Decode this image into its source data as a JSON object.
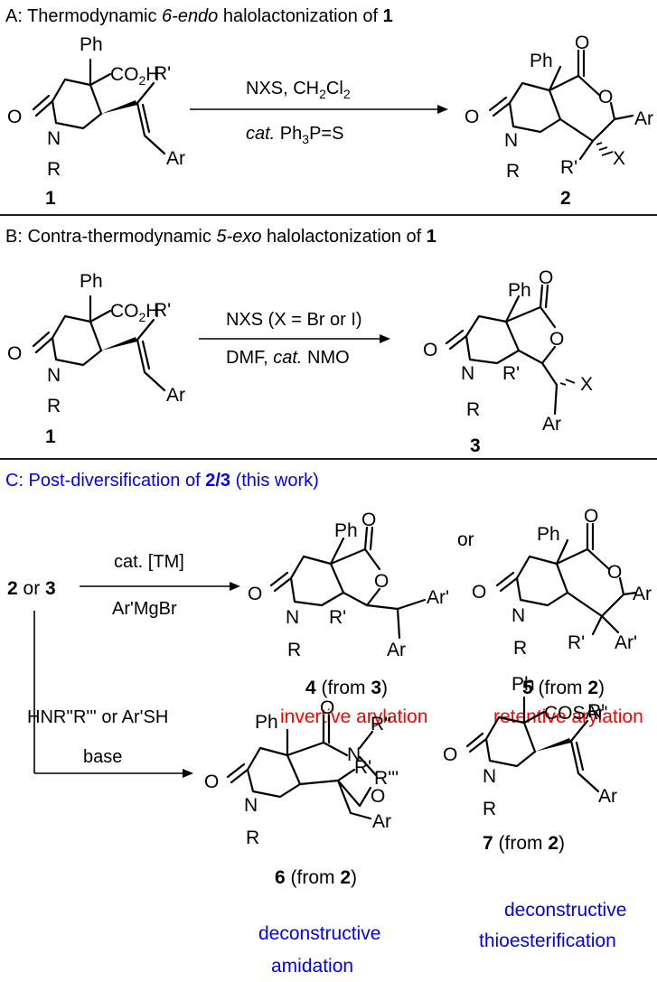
{
  "section_a": {
    "prefix": "A: Thermodynamic ",
    "italic": "6-endo",
    "middle": " halolactonization of ",
    "bold": "1"
  },
  "section_b": {
    "prefix": "B: Contra-thermodynamic ",
    "italic": "5-exo",
    "middle": " halolactonization of ",
    "bold": "1"
  },
  "section_c": {
    "prefix": "C: Post-diversification of ",
    "bold": "2/3",
    "suffix": " (this work)",
    "color": "#0000ff"
  },
  "atoms": {
    "ph": "Ph",
    "o": "O",
    "n": "N",
    "r": "R",
    "ar": "Ar",
    "x": "X",
    "r_prime": "R'",
    "ar_prime": "Ar'",
    "co2h": "CO",
    "co2h_2": "2",
    "co2h_h": "H",
    "cosar": "COSAr'",
    "r2": "R''",
    "r3": "R'''"
  },
  "reagents": {
    "a_top_1": "NXS, CH",
    "a_top_sub": "2",
    "a_top_2": "Cl",
    "a_top_sub2": "2",
    "a_bottom_cat": "cat.",
    "a_bottom_1": " Ph",
    "a_bottom_sub": "3",
    "a_bottom_2": "P=S",
    "b_top": "NXS (X = Br or I)",
    "b_bottom_1": "DMF, ",
    "b_bottom_cat": "cat.",
    "b_bottom_2": " NMO",
    "c_top": "cat. [TM]",
    "c_bottom": "Ar'MgBr",
    "c_start_1": "2",
    "c_start_or": " or ",
    "c_start_2": "3",
    "c_or": "or",
    "c_side_1": "HNR''R''' or Ar'SH",
    "c_side_2": "base"
  },
  "compounds": {
    "c1": "1",
    "c2": "2",
    "c3": "3",
    "c4": "4",
    "c4_from": " (from ",
    "c4_src": "3",
    "c4_close": ")",
    "c5": "5",
    "c5_from": " (from ",
    "c5_src": "2",
    "c5_close": ")",
    "c6": "6",
    "c6_from": " (from ",
    "c6_src": "2",
    "c6_close": ")",
    "c7": "7",
    "c7_from": " (from ",
    "c7_src": "2",
    "c7_close": ")"
  },
  "notes": {
    "n4": "invertive arylation",
    "n5": "retentive arylation",
    "n6_1": "deconstructive",
    "n6_2": "amidation",
    "n7_1": "deconstructive",
    "n7_2": "thioesterification",
    "red": "#ff0000",
    "blue": "#0000ff"
  }
}
